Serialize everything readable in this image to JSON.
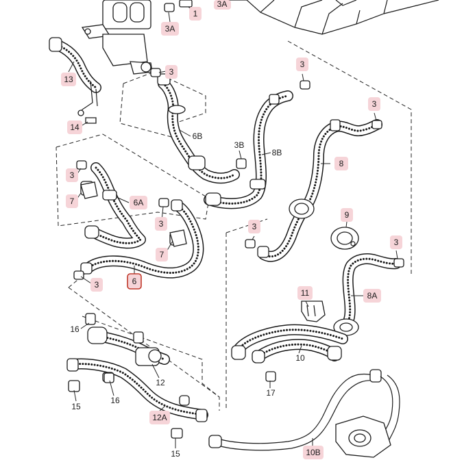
{
  "diagram": {
    "colors": {
      "callout_bg": "#f6d4d8",
      "highlight_border": "#c0392b",
      "line": "#1a1a1a"
    },
    "labels": {
      "p1": "1",
      "p3A": "3A",
      "p3A_top": "3A",
      "p3_a": "3",
      "p13": "13",
      "p14": "14",
      "p3_b": "3",
      "p3_c": "3",
      "p6B": "6B",
      "p3B": "3B",
      "p8B": "8B",
      "p8": "8",
      "p3_d": "3",
      "p7_a": "7",
      "p6A": "6A",
      "p3_e": "3",
      "p9": "9",
      "p3_f": "3",
      "p7_b": "7",
      "p3_g": "3",
      "p3_h": "3",
      "p6": "6",
      "p11": "11",
      "p8A": "8A",
      "p16_a": "16",
      "p10": "10",
      "p12": "12",
      "p16_b": "16",
      "p17": "17",
      "p15_a": "15",
      "p12A": "12A",
      "p15_b": "15",
      "p10B": "10B"
    }
  }
}
